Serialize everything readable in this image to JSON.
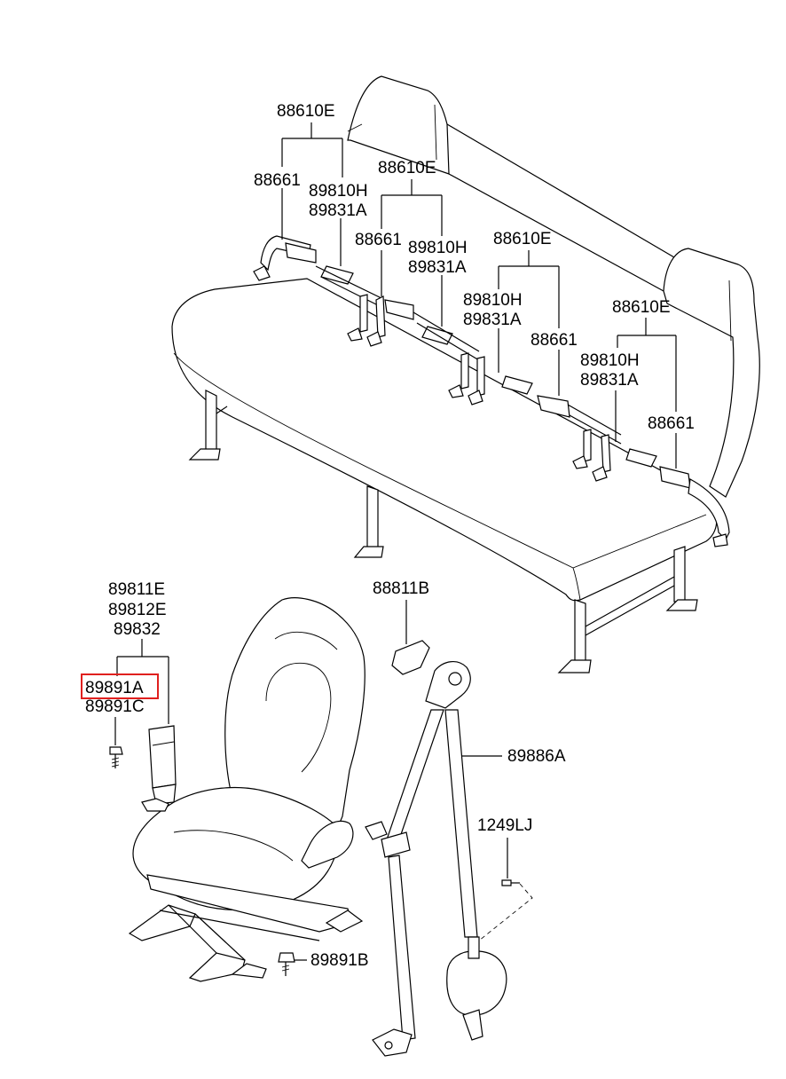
{
  "callouts": {
    "c88610e_1": "88610E",
    "c88661_1": "88661",
    "c89810h_1": "89810H",
    "c89831a_1": "89831A",
    "c88610e_2": "88610E",
    "c88661_2": "88661",
    "c89810h_2": "89810H",
    "c89831a_2": "89831A",
    "c88610e_3": "88610E",
    "c89810h_3": "89810H",
    "c89831a_3": "89831A",
    "c88661_3": "88661",
    "c88610e_4": "88610E",
    "c89810h_4": "89810H",
    "c89831a_4": "89831A",
    "c88661_4": "88661",
    "c89811e": "89811E",
    "c89812e": "89812E",
    "c89832": "89832",
    "c89891a": "89891A",
    "c89891c": "89891C",
    "c88811b": "88811B",
    "c89886a": "89886A",
    "c1249lj": "1249LJ",
    "c89891b": "89891B"
  },
  "highlight": {
    "color": "#e0201e",
    "part": "89891A"
  }
}
